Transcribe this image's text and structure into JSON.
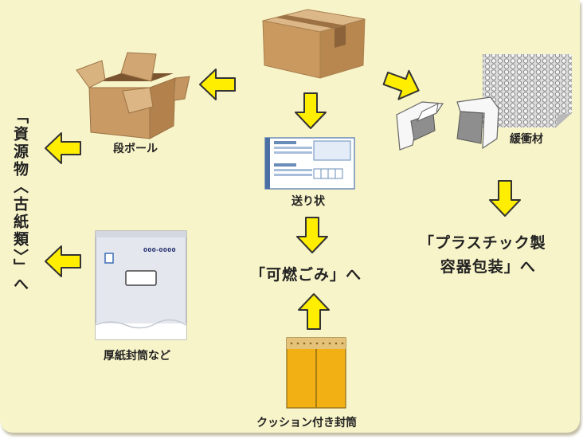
{
  "items": {
    "cardboard": "段ボール",
    "shipping_slip": "送り状",
    "cushioning": "緩衝材",
    "thick_envelope": "厚紙封筒など",
    "cushion_envelope": "クッション付き封筒"
  },
  "destinations": {
    "resources": "「資源物〈古紙類〉」へ",
    "burnable": "「可燃ごみ」へ",
    "plastic_line1": "「プラスチック製",
    "plastic_line2": "容器包装」へ"
  },
  "envelope_print": "000-0000",
  "colors": {
    "background": "#f8f4c9",
    "arrow_fill": "#ffee00",
    "arrow_stroke": "#333333",
    "cardboard": "#c79c6a"
  }
}
